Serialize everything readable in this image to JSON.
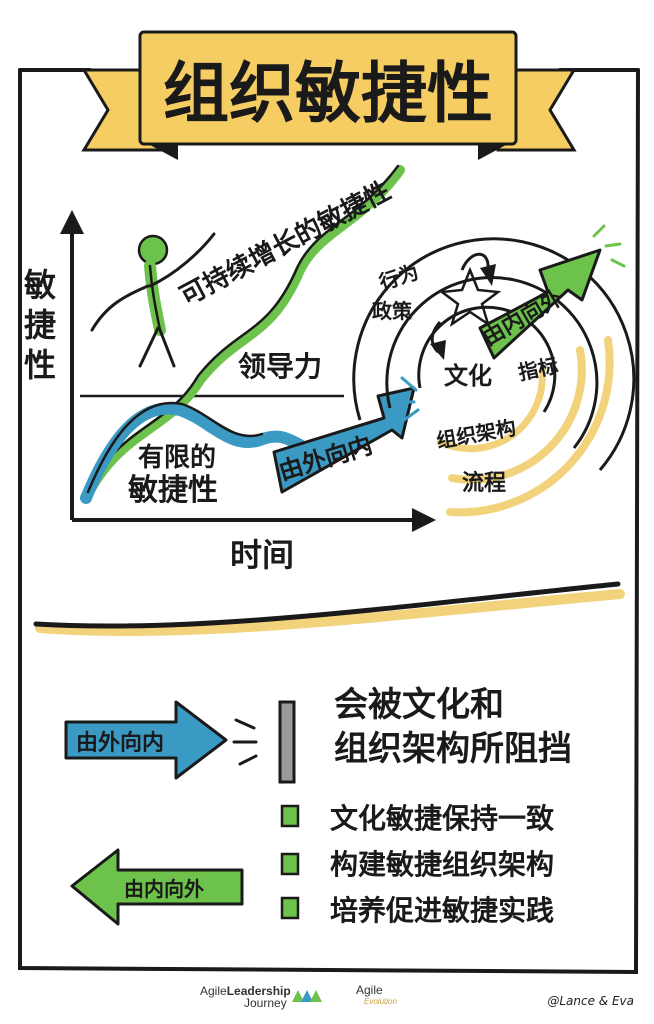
{
  "title": "组织敏捷性",
  "y_axis_label": "敏捷性",
  "x_axis_label": "时间",
  "sustainable_label": "可持续增长的敏捷性",
  "leadership_label": "领导力",
  "limited_label_1": "有限的",
  "limited_label_2": "敏捷性",
  "outside_in": "由外向内",
  "inside_out": "由内向外",
  "circles": {
    "behavior": "行为",
    "decision": "政策",
    "culture": "文化",
    "metrics": "指标",
    "structure": "组织架构",
    "process": "流程"
  },
  "blocked_line1": "会被文化和",
  "blocked_line2": "组织架构所阻挡",
  "actions": [
    "文化敏捷保持一致",
    "构建敏捷组织架构",
    "培养促进敏捷实践"
  ],
  "footer": {
    "logo1_a": "Agile",
    "logo1_b": "Leadership",
    "logo1_c": "Journey",
    "logo2_a": "Agile",
    "logo2_b": "Evolution",
    "credit": "@Lance & Eva"
  },
  "colors": {
    "banner": "#f5cd63",
    "green": "#6cc24a",
    "blue": "#3b9ac4",
    "yellow": "#f2d27a",
    "ink": "#1a1a1a"
  }
}
